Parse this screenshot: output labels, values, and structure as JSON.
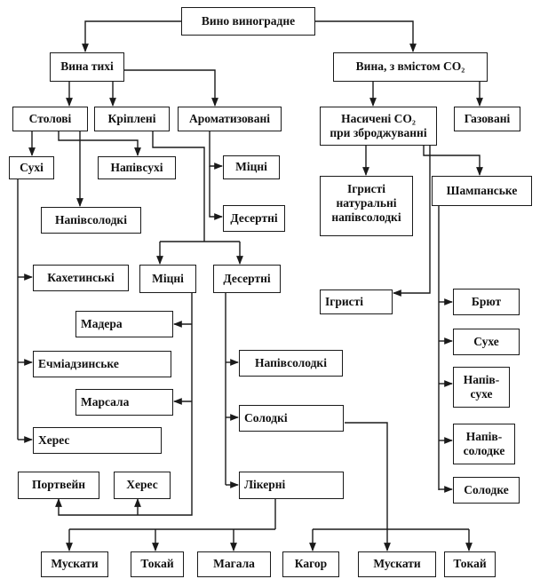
{
  "nodes": {
    "root": "Вино виноградне",
    "still": "Вина тихі",
    "co2": "Вина, з вмістом CO₂",
    "table": "Столові",
    "fortified": "Кріплені",
    "aromatized": "Ароматизовані",
    "saturated": "Насичені CO₂\nпри зброджуванні",
    "carbonated": "Газовані",
    "dry": "Сухі",
    "semidry": "Напівсухі",
    "arom_strong": "Міцні",
    "arom_dessert": "Десертні",
    "sparkling_natural": "Ігристі\nнатуральні\nнапівсолодкі",
    "champagne": "Шампанське",
    "semisweet": "Напівсолодкі",
    "kakheti": "Кахетинські",
    "fort_strong": "Міцні",
    "fort_dessert": "Десертні",
    "sparkling": "Ігристі",
    "brut": "Брют",
    "madeira": "Мадера",
    "dry_champ": "Сухе",
    "echmiadzin": "Ечміадзинське",
    "des_semisweet": "Напівсолодкі",
    "semidry_champ": "Напів-\nсухе",
    "marsala": "Марсала",
    "sweet": "Солодкі",
    "sherry1": "Херес",
    "semisweet_champ": "Напів-\nсолодке",
    "port": "Портвейн",
    "sherry2": "Херес",
    "liqueur": "Лікерні",
    "sweet_champ": "Солодке",
    "muscat1": "Мускати",
    "tokaj1": "Токай",
    "magala": "Магала",
    "kagor": "Кагор",
    "muscat2": "Мускати",
    "tokaj2": "Токай"
  }
}
